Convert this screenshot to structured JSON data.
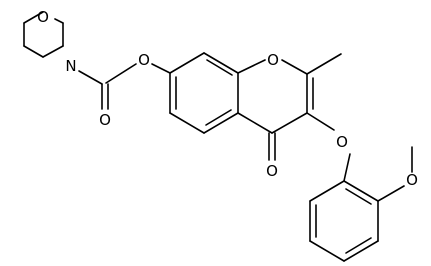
{
  "structure": {
    "atoms": {
      "morpholine_oxygen": "O",
      "morpholine_nitrogen": "N",
      "carbamate_carbonyl_oxygen": "O",
      "carbamate_ester_oxygen": "O",
      "chromone_ring_oxygen": "O",
      "chromone_carbonyl_oxygen": "O",
      "aryl_ether_oxygen": "O",
      "methoxy_oxygen": "O"
    }
  }
}
